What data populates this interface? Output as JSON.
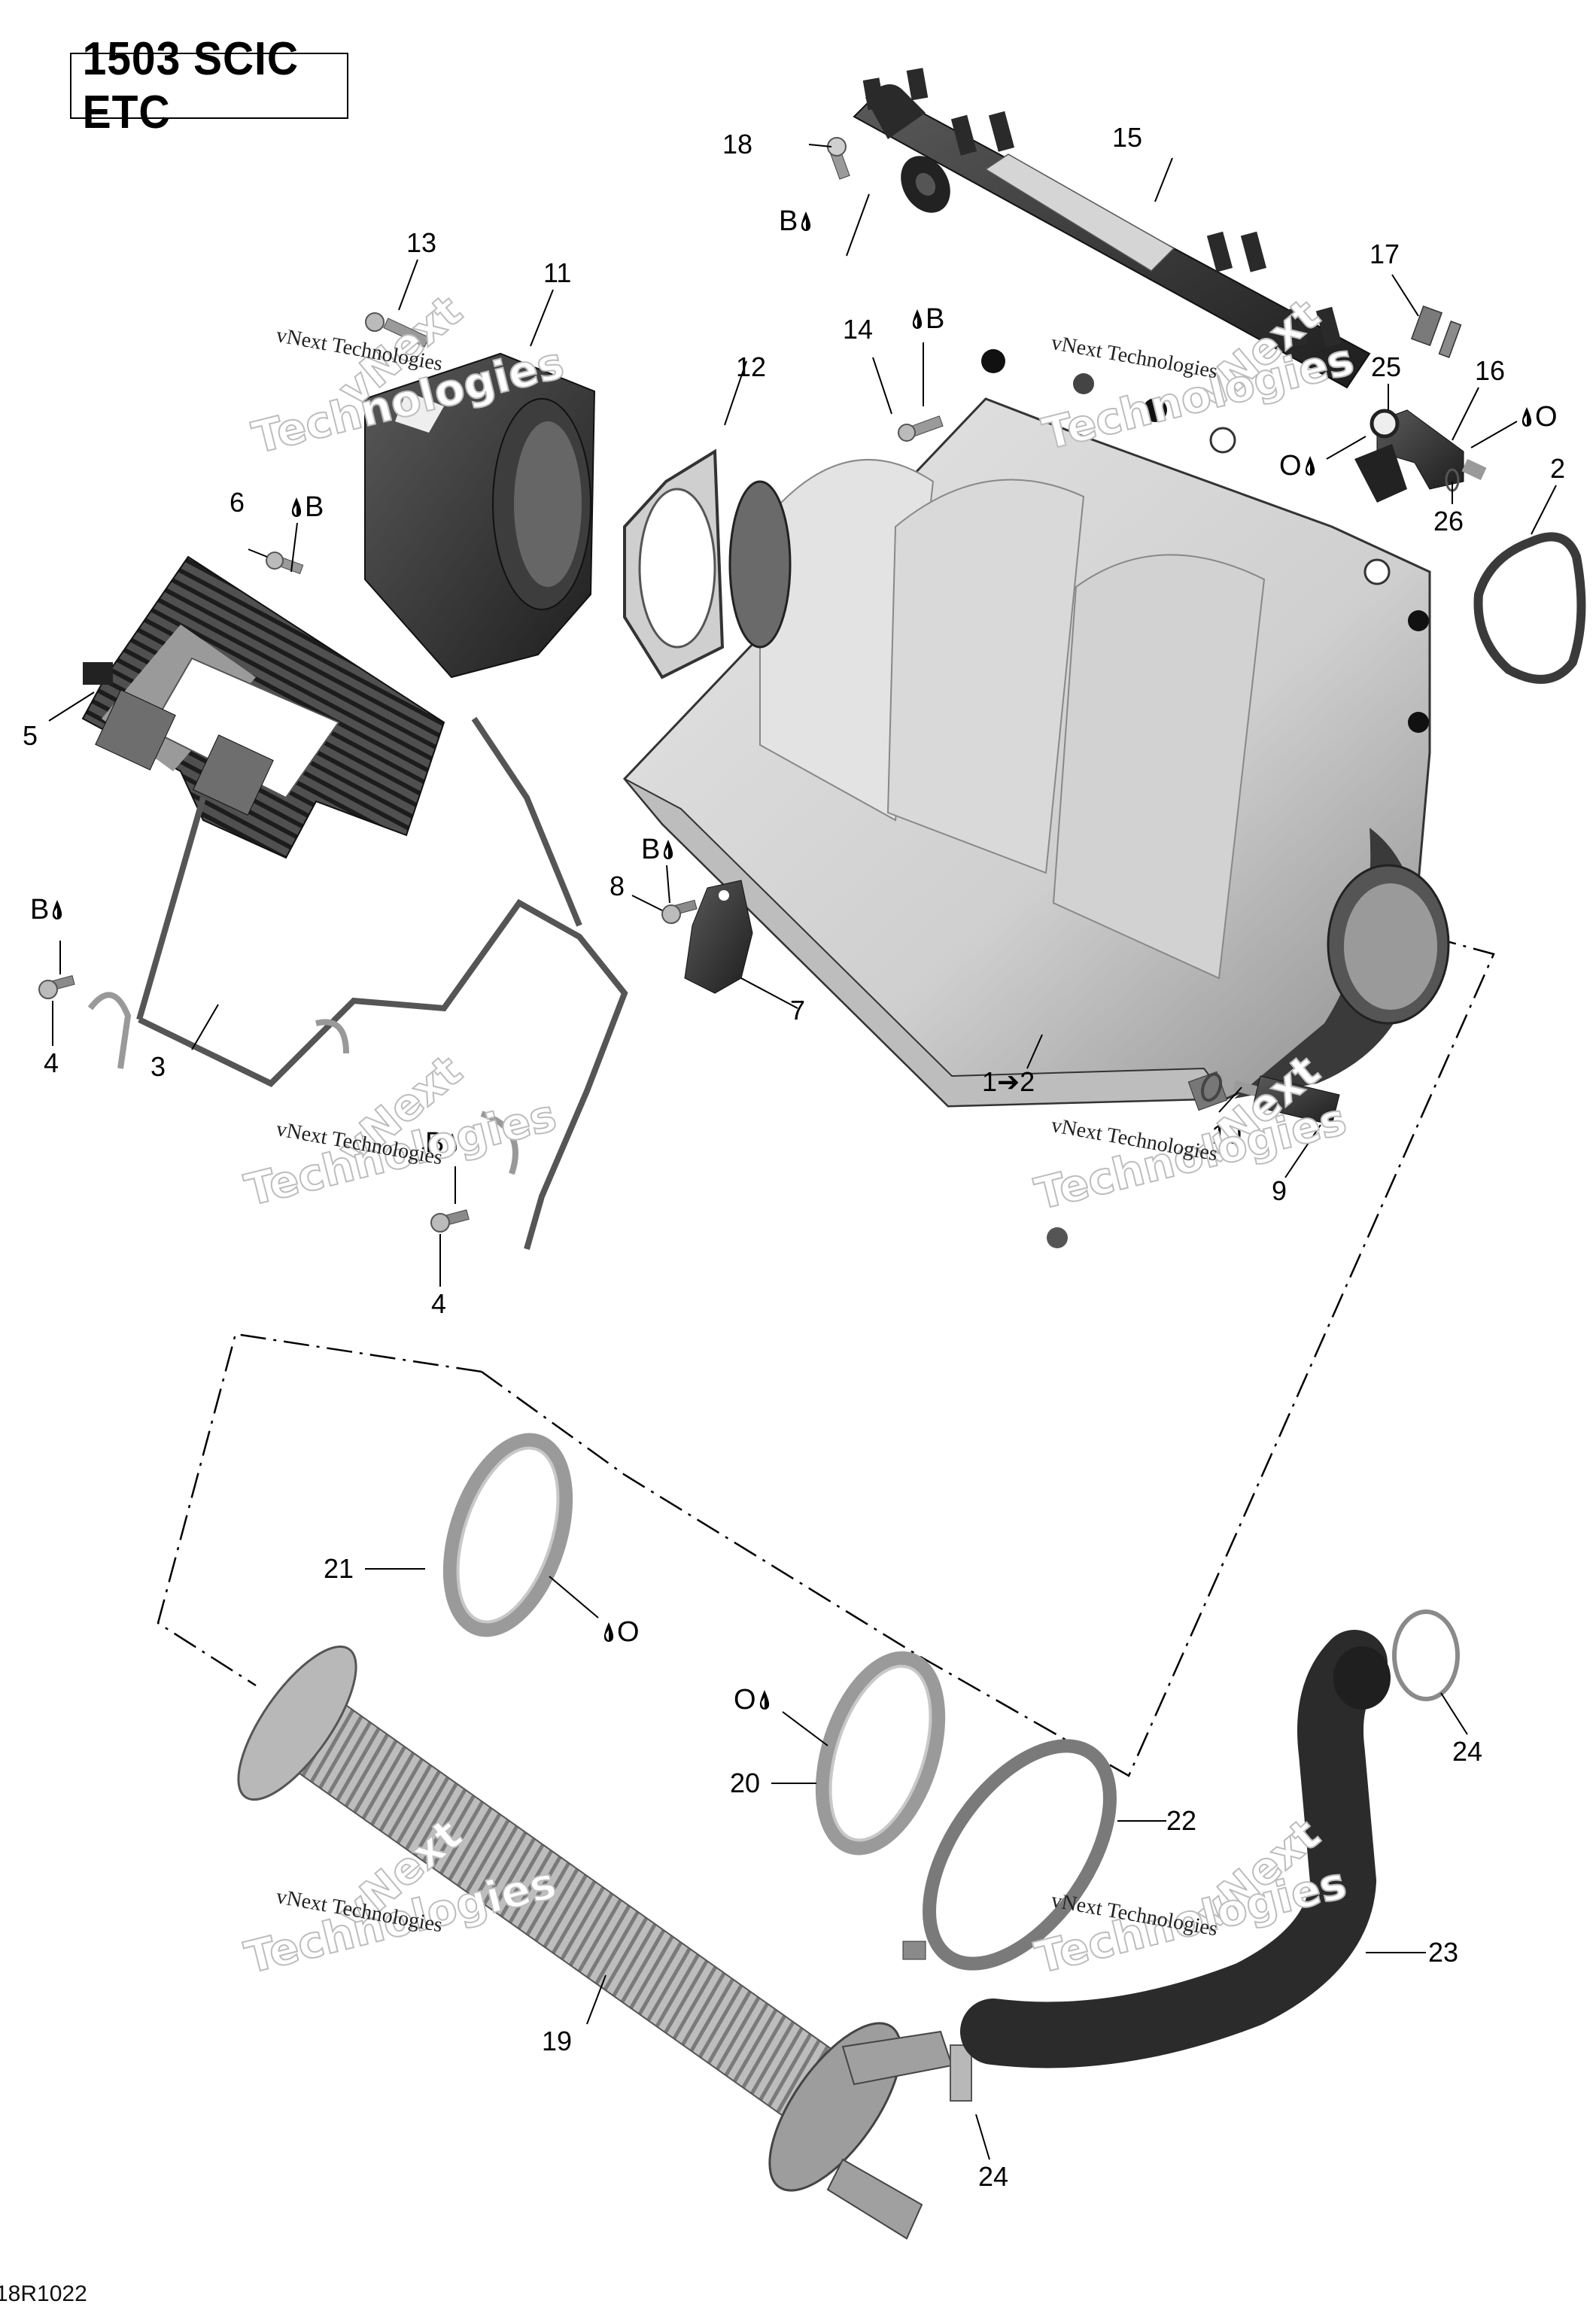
{
  "title": "1503 SCIC ETC",
  "document_code": "18R1022",
  "watermark": {
    "small": "vNext Technologies",
    "big_line1": "vNext",
    "big_line2": "Technologies"
  },
  "callouts": {
    "c1": "1➔2",
    "c2": "2",
    "c3": "3",
    "c4a": "4",
    "c4b": "4",
    "c5": "5",
    "c6": "6",
    "c7": "7",
    "c8": "8",
    "c9": "9",
    "c10": "10",
    "c11": "11",
    "c12": "12",
    "c13": "13",
    "c14": "14",
    "c15": "15",
    "c16": "16",
    "c17": "17",
    "c18": "18",
    "c19": "19",
    "c20": "20",
    "c21": "21",
    "c22": "22",
    "c23": "23",
    "c24a": "24",
    "c24b": "24",
    "c25": "25",
    "c26": "26"
  },
  "lubricants": {
    "blue_loctite": "B",
    "oil": "O"
  },
  "lubricant_markers": [
    {
      "id": "l18",
      "letter": "B",
      "drop_side": "right"
    },
    {
      "id": "l14",
      "letter": "B",
      "drop_side": "left"
    },
    {
      "id": "l6",
      "letter": "B",
      "drop_side": "left"
    },
    {
      "id": "l4a",
      "letter": "B",
      "drop_side": "right"
    },
    {
      "id": "l8",
      "letter": "B",
      "drop_side": "right"
    },
    {
      "id": "l4b",
      "letter": "B",
      "drop_side": "right"
    },
    {
      "id": "l25",
      "letter": "O",
      "drop_side": "right"
    },
    {
      "id": "l16",
      "letter": "O",
      "drop_side": "left"
    },
    {
      "id": "l21",
      "letter": "O",
      "drop_side": "left"
    },
    {
      "id": "l20",
      "letter": "O",
      "drop_side": "right"
    }
  ],
  "colors": {
    "line": "#000000",
    "part_dark": "#3a3a3a",
    "part_mid": "#8a8a8a",
    "part_light": "#d6d6d6",
    "part_lighter": "#ececec",
    "watermark_outline": "#bdbdbd"
  }
}
